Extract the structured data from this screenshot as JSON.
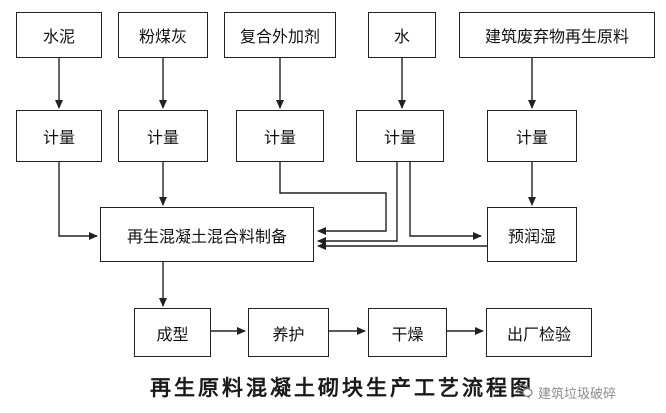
{
  "inputs": [
    "水泥",
    "粉煤灰",
    "复合外加剂",
    "水",
    "建筑废弃物再生原料"
  ],
  "measure_label": "计量",
  "mixing": "再生混凝土混合料制备",
  "prewet": "预润湿",
  "steps": [
    "成型",
    "养护",
    "干燥",
    "出厂检验"
  ],
  "title": "再生原料混凝土砌块生产工艺流程图",
  "watermark": "建筑垃圾破碎",
  "icons": {
    "watermark": "wechat-logo-icon"
  },
  "colors": {
    "line": "#222222",
    "box_border": "#222222",
    "title": "#1a1a1a"
  }
}
